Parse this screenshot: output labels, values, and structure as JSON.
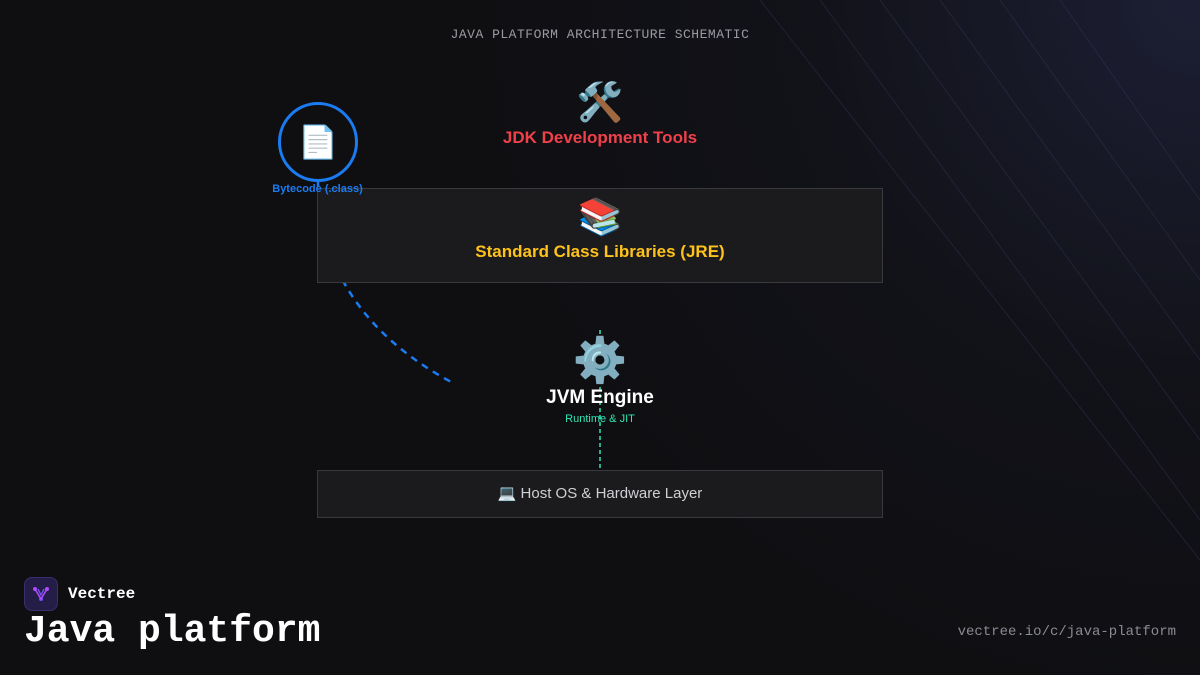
{
  "diagram": {
    "title": "JAVA PLATFORM ARCHITECTURE SCHEMATIC",
    "nodes": {
      "jdk": {
        "icon": "🛠️",
        "icon_name": "tools-icon",
        "label": "JDK Development Tools",
        "color": "#f0404a"
      },
      "jre": {
        "icon": "📚",
        "icon_name": "books-icon",
        "label": "Standard Class Libraries (JRE)",
        "color": "#ffc21a"
      },
      "jvm": {
        "icon": "⚙️",
        "icon_name": "gear-icon",
        "label": "JVM Engine",
        "sublabel": "Runtime & JIT",
        "sublabel_color": "#2ee6b6"
      },
      "host": {
        "label": "💻 Host OS & Hardware Layer"
      },
      "bytecode": {
        "icon": "📄",
        "icon_name": "document-icon",
        "label": "Bytecode (.class)",
        "color": "#1a7cf0"
      }
    },
    "connectors": [
      {
        "from": "bytecode",
        "to": "jvm",
        "style": "dashed",
        "color": "#1a7cf0"
      },
      {
        "from": "jvm",
        "to": "host",
        "style": "dashed",
        "color": "#2ee6b6"
      }
    ]
  },
  "footer": {
    "brand": "Vectree",
    "brand_icon": "vectree-logo-icon",
    "heading": "Java platform",
    "url": "vectree.io/c/java-platform"
  },
  "colors": {
    "background": "#0f0f12",
    "panel": "#1b1b1d",
    "panel_border": "#3a3a3e"
  }
}
